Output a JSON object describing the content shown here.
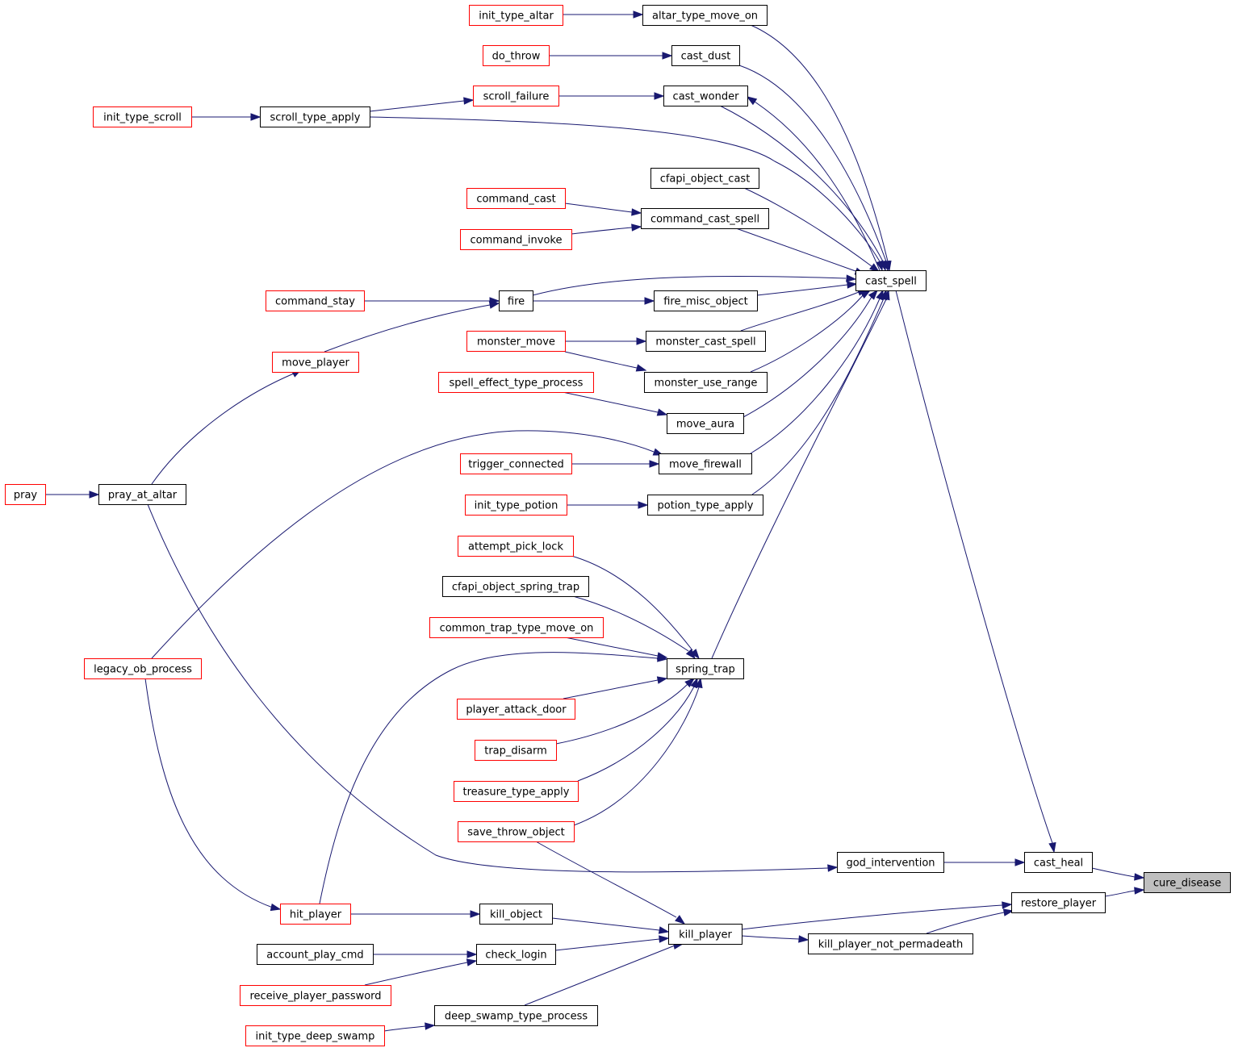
{
  "colors": {
    "edge": "#191970",
    "node_border_default": "#000000",
    "node_border_external": "#ff0000",
    "node_fill_default": "#ffffff",
    "node_fill_focus": "#bfbfbf"
  },
  "nodes": [
    {
      "id": "cure_disease",
      "label": "cure_disease",
      "style": "focus"
    },
    {
      "id": "cast_heal",
      "label": "cast_heal",
      "style": "default"
    },
    {
      "id": "restore_player",
      "label": "restore_player",
      "style": "default"
    },
    {
      "id": "cast_spell",
      "label": "cast_spell",
      "style": "default"
    },
    {
      "id": "god_intervention",
      "label": "god_intervention",
      "style": "default"
    },
    {
      "id": "kill_player_not_permadeath",
      "label": "kill_player_not_permadeath",
      "style": "default"
    },
    {
      "id": "kill_player",
      "label": "kill_player",
      "style": "default"
    },
    {
      "id": "altar_type_move_on",
      "label": "altar_type_move_on",
      "style": "default"
    },
    {
      "id": "cast_dust",
      "label": "cast_dust",
      "style": "default"
    },
    {
      "id": "cast_wonder",
      "label": "cast_wonder",
      "style": "default"
    },
    {
      "id": "cfapi_object_cast",
      "label": "cfapi_object_cast",
      "style": "default"
    },
    {
      "id": "command_cast_spell",
      "label": "command_cast_spell",
      "style": "default"
    },
    {
      "id": "fire_misc_object",
      "label": "fire_misc_object",
      "style": "default"
    },
    {
      "id": "monster_cast_spell",
      "label": "monster_cast_spell",
      "style": "default"
    },
    {
      "id": "monster_use_range",
      "label": "monster_use_range",
      "style": "default"
    },
    {
      "id": "move_aura",
      "label": "move_aura",
      "style": "default"
    },
    {
      "id": "move_firewall",
      "label": "move_firewall",
      "style": "default"
    },
    {
      "id": "potion_type_apply",
      "label": "potion_type_apply",
      "style": "default"
    },
    {
      "id": "spring_trap",
      "label": "spring_trap",
      "style": "default"
    },
    {
      "id": "kill_object",
      "label": "kill_object",
      "style": "default"
    },
    {
      "id": "check_login",
      "label": "check_login",
      "style": "default"
    },
    {
      "id": "deep_swamp_type_process",
      "label": "deep_swamp_type_process",
      "style": "default"
    },
    {
      "id": "init_type_altar",
      "label": "init_type_altar",
      "style": "external"
    },
    {
      "id": "do_throw",
      "label": "do_throw",
      "style": "external"
    },
    {
      "id": "scroll_failure",
      "label": "scroll_failure",
      "style": "external"
    },
    {
      "id": "scroll_type_apply",
      "label": "scroll_type_apply",
      "style": "default"
    },
    {
      "id": "init_type_scroll",
      "label": "init_type_scroll",
      "style": "external"
    },
    {
      "id": "command_cast",
      "label": "command_cast",
      "style": "external"
    },
    {
      "id": "command_invoke",
      "label": "command_invoke",
      "style": "external"
    },
    {
      "id": "fire",
      "label": "fire",
      "style": "default"
    },
    {
      "id": "command_stay",
      "label": "command_stay",
      "style": "external"
    },
    {
      "id": "move_player",
      "label": "move_player",
      "style": "external"
    },
    {
      "id": "monster_move",
      "label": "monster_move",
      "style": "external"
    },
    {
      "id": "spell_effect_type_process",
      "label": "spell_effect_type_process",
      "style": "external"
    },
    {
      "id": "trigger_connected",
      "label": "trigger_connected",
      "style": "external"
    },
    {
      "id": "init_type_potion",
      "label": "init_type_potion",
      "style": "external"
    },
    {
      "id": "pray_at_altar",
      "label": "pray_at_altar",
      "style": "default"
    },
    {
      "id": "pray",
      "label": "pray",
      "style": "external"
    },
    {
      "id": "attempt_pick_lock",
      "label": "attempt_pick_lock",
      "style": "external"
    },
    {
      "id": "cfapi_object_spring_trap",
      "label": "cfapi_object_spring_trap",
      "style": "default"
    },
    {
      "id": "common_trap_type_move_on",
      "label": "common_trap_type_move_on",
      "style": "external"
    },
    {
      "id": "legacy_ob_process",
      "label": "legacy_ob_process",
      "style": "external"
    },
    {
      "id": "player_attack_door",
      "label": "player_attack_door",
      "style": "external"
    },
    {
      "id": "trap_disarm",
      "label": "trap_disarm",
      "style": "external"
    },
    {
      "id": "treasure_type_apply",
      "label": "treasure_type_apply",
      "style": "external"
    },
    {
      "id": "save_throw_object",
      "label": "save_throw_object",
      "style": "external"
    },
    {
      "id": "hit_player",
      "label": "hit_player",
      "style": "external"
    },
    {
      "id": "account_play_cmd",
      "label": "account_play_cmd",
      "style": "default"
    },
    {
      "id": "receive_player_password",
      "label": "receive_player_password",
      "style": "external"
    },
    {
      "id": "init_type_deep_swamp",
      "label": "init_type_deep_swamp",
      "style": "external"
    }
  ],
  "edges": [
    {
      "from": "cast_heal",
      "to": "cure_disease"
    },
    {
      "from": "restore_player",
      "to": "cure_disease"
    },
    {
      "from": "cast_spell",
      "to": "cast_heal"
    },
    {
      "from": "god_intervention",
      "to": "cast_heal"
    },
    {
      "from": "kill_player_not_permadeath",
      "to": "restore_player"
    },
    {
      "from": "kill_player",
      "to": "restore_player"
    },
    {
      "from": "altar_type_move_on",
      "to": "cast_spell"
    },
    {
      "from": "cast_dust",
      "to": "cast_spell"
    },
    {
      "from": "cast_wonder",
      "to": "cast_spell"
    },
    {
      "from": "scroll_type_apply",
      "to": "cast_spell"
    },
    {
      "from": "cfapi_object_cast",
      "to": "cast_spell"
    },
    {
      "from": "command_cast_spell",
      "to": "cast_spell"
    },
    {
      "from": "fire",
      "to": "cast_spell"
    },
    {
      "from": "fire_misc_object",
      "to": "cast_spell"
    },
    {
      "from": "monster_cast_spell",
      "to": "cast_spell"
    },
    {
      "from": "monster_use_range",
      "to": "cast_spell"
    },
    {
      "from": "move_aura",
      "to": "cast_spell"
    },
    {
      "from": "move_firewall",
      "to": "cast_spell"
    },
    {
      "from": "potion_type_apply",
      "to": "cast_spell"
    },
    {
      "from": "spring_trap",
      "to": "cast_spell"
    },
    {
      "from": "cast_spell",
      "to": "cast_wonder"
    },
    {
      "from": "init_type_altar",
      "to": "altar_type_move_on"
    },
    {
      "from": "do_throw",
      "to": "cast_dust"
    },
    {
      "from": "scroll_failure",
      "to": "cast_wonder"
    },
    {
      "from": "scroll_type_apply",
      "to": "scroll_failure"
    },
    {
      "from": "init_type_scroll",
      "to": "scroll_type_apply"
    },
    {
      "from": "command_cast",
      "to": "command_cast_spell"
    },
    {
      "from": "command_invoke",
      "to": "command_cast_spell"
    },
    {
      "from": "command_stay",
      "to": "fire"
    },
    {
      "from": "move_player",
      "to": "fire"
    },
    {
      "from": "fire",
      "to": "fire_misc_object"
    },
    {
      "from": "monster_move",
      "to": "monster_cast_spell"
    },
    {
      "from": "monster_move",
      "to": "monster_use_range"
    },
    {
      "from": "spell_effect_type_process",
      "to": "move_aura"
    },
    {
      "from": "legacy_ob_process",
      "to": "move_firewall"
    },
    {
      "from": "trigger_connected",
      "to": "move_firewall"
    },
    {
      "from": "init_type_potion",
      "to": "potion_type_apply"
    },
    {
      "from": "pray_at_altar",
      "to": "move_player"
    },
    {
      "from": "pray",
      "to": "pray_at_altar"
    },
    {
      "from": "pray_at_altar",
      "to": "god_intervention"
    },
    {
      "from": "attempt_pick_lock",
      "to": "spring_trap"
    },
    {
      "from": "cfapi_object_spring_trap",
      "to": "spring_trap"
    },
    {
      "from": "common_trap_type_move_on",
      "to": "spring_trap"
    },
    {
      "from": "hit_player",
      "to": "spring_trap"
    },
    {
      "from": "player_attack_door",
      "to": "spring_trap"
    },
    {
      "from": "trap_disarm",
      "to": "spring_trap"
    },
    {
      "from": "treasure_type_apply",
      "to": "spring_trap"
    },
    {
      "from": "save_throw_object",
      "to": "spring_trap"
    },
    {
      "from": "save_throw_object",
      "to": "kill_player"
    },
    {
      "from": "legacy_ob_process",
      "to": "hit_player"
    },
    {
      "from": "hit_player",
      "to": "kill_object"
    },
    {
      "from": "kill_object",
      "to": "kill_player"
    },
    {
      "from": "check_login",
      "to": "kill_player"
    },
    {
      "from": "deep_swamp_type_process",
      "to": "kill_player"
    },
    {
      "from": "kill_player",
      "to": "kill_player_not_permadeath"
    },
    {
      "from": "account_play_cmd",
      "to": "check_login"
    },
    {
      "from": "receive_player_password",
      "to": "check_login"
    },
    {
      "from": "init_type_deep_swamp",
      "to": "deep_swamp_type_process"
    }
  ]
}
